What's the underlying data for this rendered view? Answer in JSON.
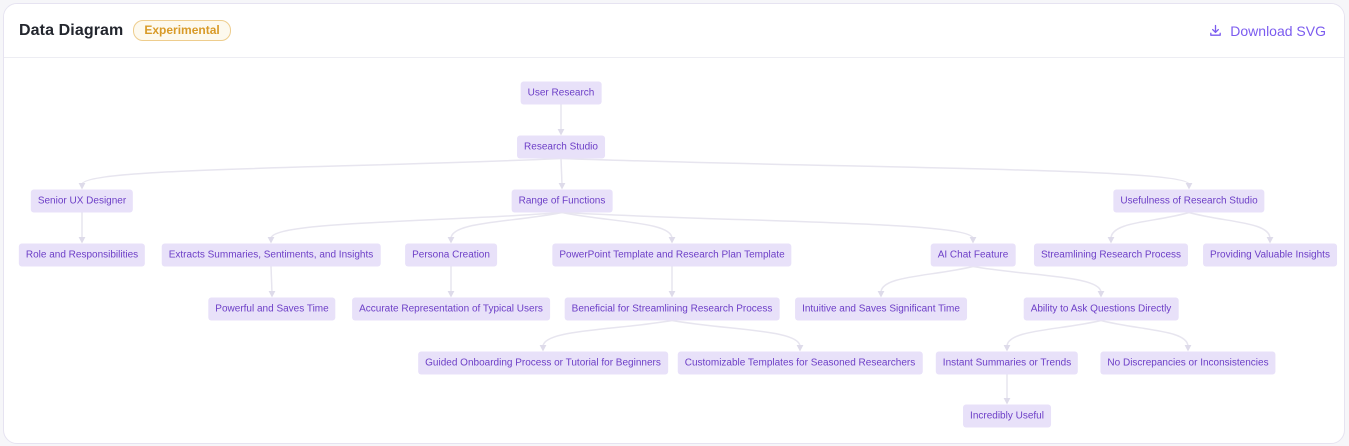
{
  "header": {
    "title": "Data Diagram",
    "badge": "Experimental",
    "download_label": "Download SVG"
  },
  "colors": {
    "accent": "#7b5bef",
    "badge_text": "#d89a28",
    "node_bg": "#e8e1f9",
    "node_text": "#6d3fc7",
    "edge_color": "#e7e5ef",
    "card_border": "#e6e3f1"
  },
  "diagram": {
    "nodes": [
      {
        "id": "user-research",
        "label": "User Research"
      },
      {
        "id": "research-studio",
        "label": "Research Studio"
      },
      {
        "id": "senior-ux-designer",
        "label": "Senior UX Designer"
      },
      {
        "id": "range-of-functions",
        "label": "Range of Functions"
      },
      {
        "id": "usefulness",
        "label": "Usefulness of Research Studio"
      },
      {
        "id": "role-responsibilities",
        "label": "Role and Responsibilities"
      },
      {
        "id": "extracts-summaries",
        "label": "Extracts Summaries, Sentiments, and Insights"
      },
      {
        "id": "persona-creation",
        "label": "Persona Creation"
      },
      {
        "id": "ppt-template",
        "label": "PowerPoint Template and Research Plan Template"
      },
      {
        "id": "ai-chat-feature",
        "label": "AI Chat Feature"
      },
      {
        "id": "streamlining",
        "label": "Streamlining Research Process"
      },
      {
        "id": "providing-insights",
        "label": "Providing Valuable Insights"
      },
      {
        "id": "powerful-saves-time",
        "label": "Powerful and Saves Time"
      },
      {
        "id": "accurate-representation",
        "label": "Accurate Representation of Typical Users"
      },
      {
        "id": "beneficial-streamlining",
        "label": "Beneficial for Streamlining Research Process"
      },
      {
        "id": "intuitive-saves-time",
        "label": "Intuitive and Saves Significant Time"
      },
      {
        "id": "ability-ask-questions",
        "label": "Ability to Ask Questions Directly"
      },
      {
        "id": "guided-onboarding",
        "label": "Guided Onboarding Process or Tutorial for Beginners"
      },
      {
        "id": "customizable-templates",
        "label": "Customizable Templates for Seasoned Researchers"
      },
      {
        "id": "instant-summaries",
        "label": "Instant Summaries or Trends"
      },
      {
        "id": "no-discrepancies",
        "label": "No Discrepancies or Inconsistencies"
      },
      {
        "id": "incredibly-useful",
        "label": "Incredibly Useful"
      }
    ],
    "edges": [
      [
        "user-research",
        "research-studio"
      ],
      [
        "research-studio",
        "senior-ux-designer"
      ],
      [
        "research-studio",
        "range-of-functions"
      ],
      [
        "research-studio",
        "usefulness"
      ],
      [
        "senior-ux-designer",
        "role-responsibilities"
      ],
      [
        "range-of-functions",
        "extracts-summaries"
      ],
      [
        "range-of-functions",
        "persona-creation"
      ],
      [
        "range-of-functions",
        "ppt-template"
      ],
      [
        "range-of-functions",
        "ai-chat-feature"
      ],
      [
        "usefulness",
        "streamlining"
      ],
      [
        "usefulness",
        "providing-insights"
      ],
      [
        "extracts-summaries",
        "powerful-saves-time"
      ],
      [
        "persona-creation",
        "accurate-representation"
      ],
      [
        "ppt-template",
        "beneficial-streamlining"
      ],
      [
        "ai-chat-feature",
        "intuitive-saves-time"
      ],
      [
        "ai-chat-feature",
        "ability-ask-questions"
      ],
      [
        "beneficial-streamlining",
        "guided-onboarding"
      ],
      [
        "beneficial-streamlining",
        "customizable-templates"
      ],
      [
        "ability-ask-questions",
        "instant-summaries"
      ],
      [
        "ability-ask-questions",
        "no-discrepancies"
      ],
      [
        "instant-summaries",
        "incredibly-useful"
      ]
    ]
  }
}
